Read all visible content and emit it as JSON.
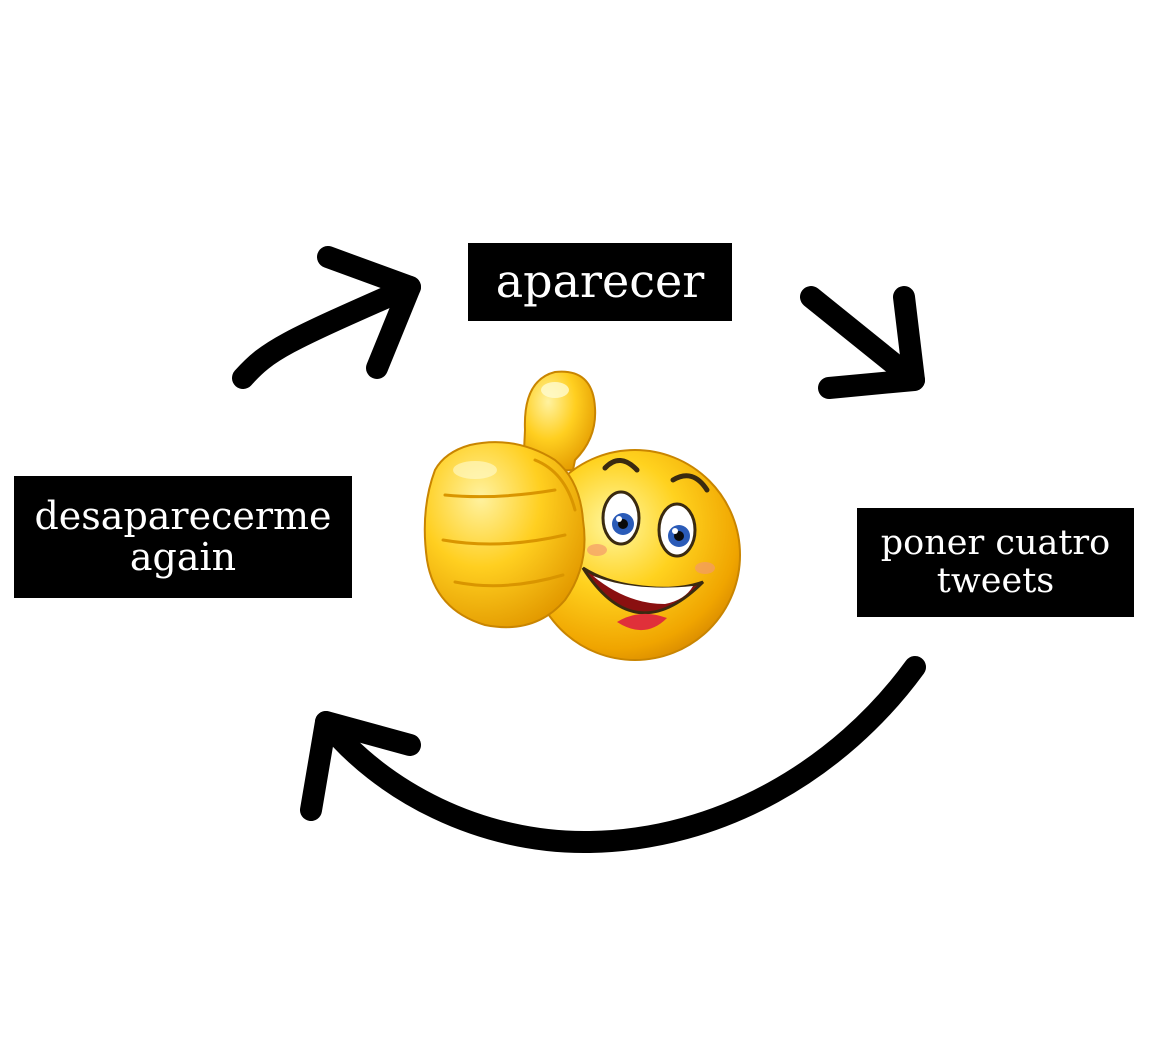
{
  "diagram": {
    "nodes": [
      {
        "id": "top",
        "text": "aparecer"
      },
      {
        "id": "right",
        "lines": [
          "poner cuatro",
          "tweets"
        ]
      },
      {
        "id": "left",
        "lines": [
          "desaparecerme",
          "again"
        ]
      }
    ],
    "edges": [
      {
        "from": "left",
        "to": "top"
      },
      {
        "from": "top",
        "to": "right"
      },
      {
        "from": "right",
        "to": "left"
      }
    ],
    "center_icon": "thumbs-up-smiley-emoji",
    "colors": {
      "label_background": "#000000",
      "label_text": "#ffffff",
      "arrow": "#000000",
      "emoji_face": "#f5c518"
    }
  }
}
